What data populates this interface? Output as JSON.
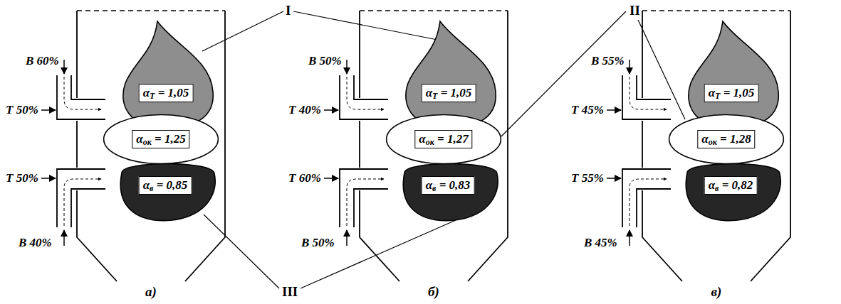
{
  "diagram": {
    "nodes": [
      {
        "text": [
          "а)"
        ]
      },
      {
        "text": [
          "αТ = 1,05"
        ],
        "in": 0
      },
      {
        "text": [
          "αок = 1,25"
        ],
        "in": 0
      },
      {
        "text": [
          "αв = 0,85"
        ],
        "in": 0
      },
      {
        "text": [
          "б)"
        ]
      },
      {
        "text": [
          "αТ = 1,05"
        ],
        "in": 4
      },
      {
        "text": [
          "αок = 1,27"
        ],
        "in": 4
      },
      {
        "text": [
          "αв = 0,83"
        ],
        "in": 4
      },
      {
        "text": [
          "в)"
        ]
      },
      {
        "text": [
          "αТ = 1,05"
        ],
        "in": 8
      },
      {
        "text": [
          "αок = 1,28"
        ],
        "in": 8
      },
      {
        "text": [
          "αв = 0,82"
        ],
        "in": 8
      }
    ],
    "labels": [
      "I",
      "В 60%",
      "Т 50%",
      "Т 50%",
      "В 40%",
      "В 50%",
      "Т 40%",
      "Т 60%",
      "В 50%",
      "II",
      "В 55%",
      "Т 45%",
      "Т 55%",
      "В 45%",
      "III"
    ]
  }
}
